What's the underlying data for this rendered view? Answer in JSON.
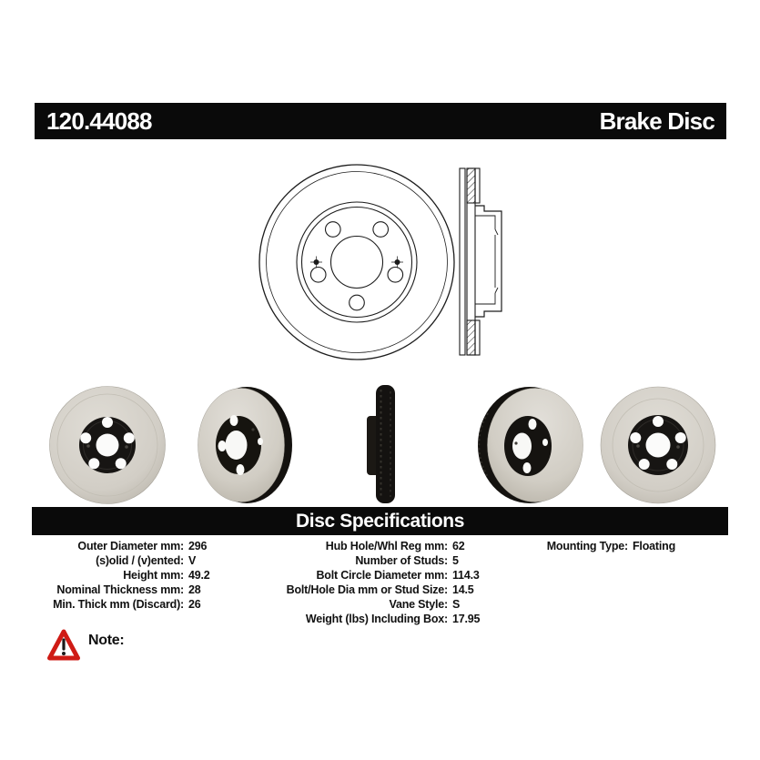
{
  "colors": {
    "bar-bg": "#0a0a0a",
    "bar-text": "#ffffff",
    "text": "#111111",
    "warning-red": "#cf1b15",
    "disc-face": "#d6d2ca",
    "disc-face-edge": "#bfbab0",
    "hub-black": "#161412"
  },
  "header": {
    "part_number": "120.44088",
    "product_name": "Brake Disc"
  },
  "section": {
    "title": "Disc Specifications"
  },
  "specs": {
    "columns": [
      {
        "rows": [
          {
            "label": "Outer Diameter mm",
            "value": "296"
          },
          {
            "label": "(s)olid / (v)ented",
            "value": "V"
          },
          {
            "label": "Height mm",
            "value": "49.2"
          },
          {
            "label": "Nominal Thickness mm",
            "value": "28"
          },
          {
            "label": "Min. Thick mm (Discard)",
            "value": "26"
          }
        ]
      },
      {
        "rows": [
          {
            "label": "Hub Hole/Whl Reg mm",
            "value": "62"
          },
          {
            "label": "Number of Studs",
            "value": "5"
          },
          {
            "label": "Bolt Circle Diameter mm",
            "value": "114.3"
          },
          {
            "label": "Bolt/Hole Dia mm or Stud Size",
            "value": "14.5"
          },
          {
            "label": "Vane Style",
            "value": "S"
          },
          {
            "label": "Weight (lbs) Including Box",
            "value": "17.95"
          }
        ]
      },
      {
        "rows": [
          {
            "label": "Mounting Type",
            "value": "Floating"
          }
        ]
      }
    ]
  },
  "note": {
    "label": "Note:",
    "icon": "warning-triangle-icon"
  }
}
